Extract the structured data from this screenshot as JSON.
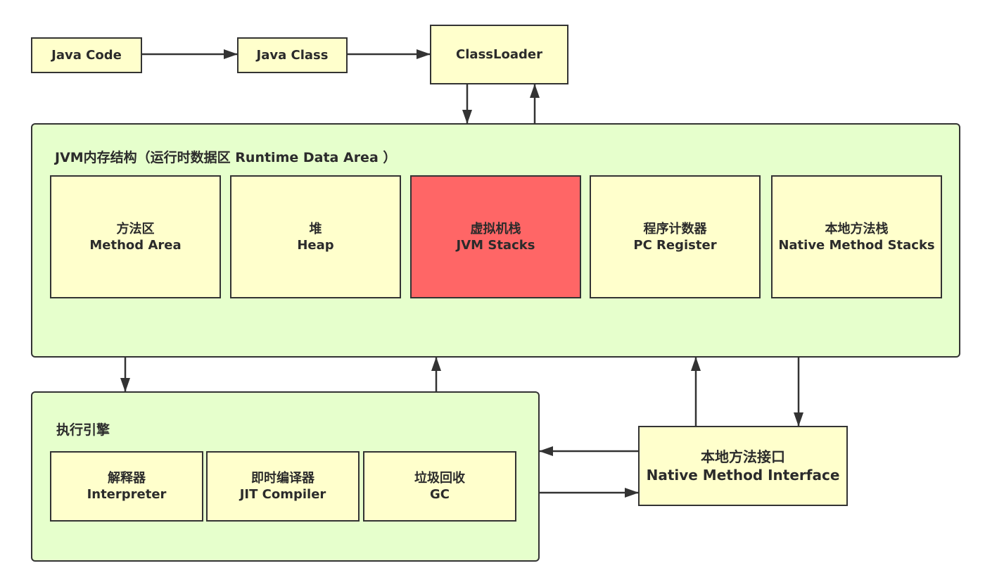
{
  "top_flow": {
    "java_code": "Java Code",
    "java_class": "Java Class",
    "classloader": "ClassLoader"
  },
  "runtime_data_area": {
    "title": "JVM内存结构（运行时数据区 Runtime Data Area ）",
    "method_area": {
      "cn": "方法区",
      "en": "Method Area"
    },
    "heap": {
      "cn": "堆",
      "en": "Heap"
    },
    "jvm_stacks": {
      "cn": "虚拟机栈",
      "en": "JVM Stacks"
    },
    "pc_register": {
      "cn": "程序计数器",
      "en": "PC Register"
    },
    "native_method_stacks": {
      "cn": "本地方法栈",
      "en": "Native Method Stacks"
    }
  },
  "execution_engine": {
    "title": "执行引擎",
    "interpreter": {
      "cn": "解释器",
      "en": "Interpreter"
    },
    "jit_compiler": {
      "cn": "即时编译器",
      "en": "JIT Compiler"
    },
    "gc": {
      "cn": "垃圾回收",
      "en": "GC"
    }
  },
  "native_interface": {
    "cn": "本地方法接口",
    "en": "Native Method Interface"
  },
  "colors": {
    "box_fill": "#FFFFCC",
    "region_fill": "#E6FFCC",
    "highlight_fill": "#FF6666",
    "stroke": "#333333"
  }
}
